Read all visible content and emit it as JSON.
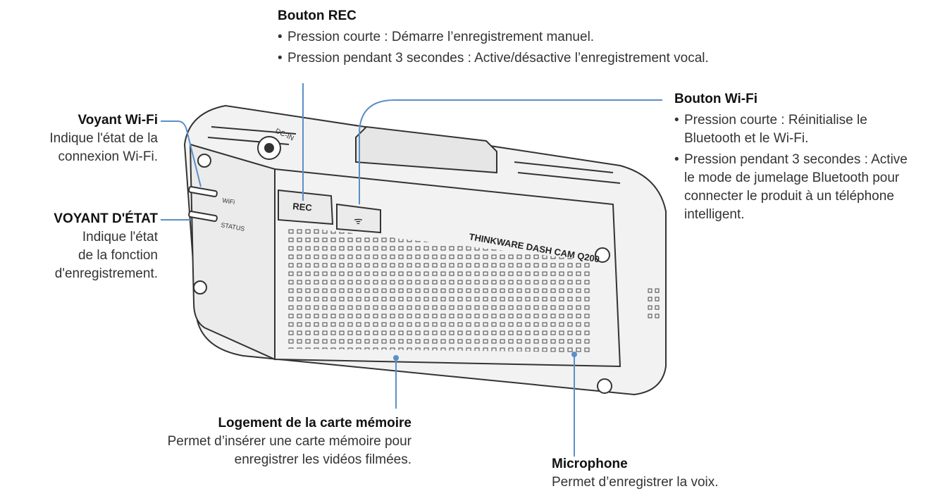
{
  "rec_button": {
    "title": "Bouton REC",
    "items": [
      "Pression courte : Démarre l’enregistrement manuel.",
      "Pression pendant 3 secondes : Active/désactive l’enregistrement vocal."
    ]
  },
  "wifi_led": {
    "title": "Voyant Wi-Fi",
    "lines": [
      "Indique l'état de la",
      "connexion Wi-Fi."
    ]
  },
  "status_led": {
    "title": "VOYANT D'ÉTAT",
    "lines": [
      "Indique l'état",
      "de la fonction",
      "d'enregistrement."
    ]
  },
  "wifi_button": {
    "title": "Bouton Wi-Fi",
    "items": [
      "Pression courte : Réinitialise le Bluetooth et le Wi-Fi.",
      "Pression pendant 3 secondes : Active le mode de jumelage Bluetooth pour connecter le produit à un téléphone intelligent."
    ]
  },
  "memory_slot": {
    "title": "Logement de la carte mémoire",
    "lines": [
      "Permet d’insérer une carte mémoire pour",
      "enregistrer les vidéos filmées."
    ]
  },
  "microphone": {
    "title": "Microphone",
    "lines": [
      "Permet d’enregistrer la voix."
    ]
  },
  "device": {
    "brand_text": "THINKWARE DASH CAM Q200",
    "rec_label": "REC",
    "wifi_label": "WiFi",
    "status_label": "STATUS",
    "dcin_label": "DC-IN"
  },
  "colors": {
    "leader_line": "#5b8fc7",
    "body_fill": "#f2f2f2",
    "body_stroke": "#333333"
  }
}
